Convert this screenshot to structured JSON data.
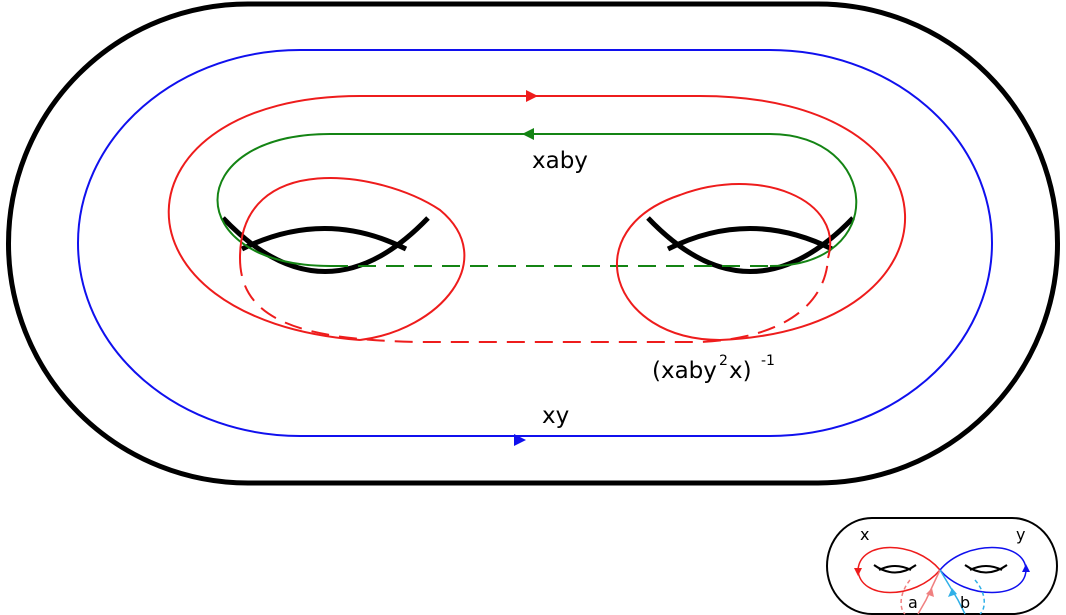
{
  "colors": {
    "outline": "#000000",
    "red": "#ee1c1c",
    "blue": "#1010ee",
    "green": "#148414",
    "light_red": "#f08080",
    "light_blue": "#30b0e8"
  },
  "main": {
    "labels": {
      "green_loop": "xaby",
      "blue_loop": "xy",
      "red_loop_base": "(xaby",
      "red_loop_exp": "2",
      "red_loop_mid": "x)",
      "red_loop_inv": "-1"
    }
  },
  "inset": {
    "labels": {
      "x": "x",
      "y": "y",
      "a": "a",
      "b": "b"
    }
  }
}
